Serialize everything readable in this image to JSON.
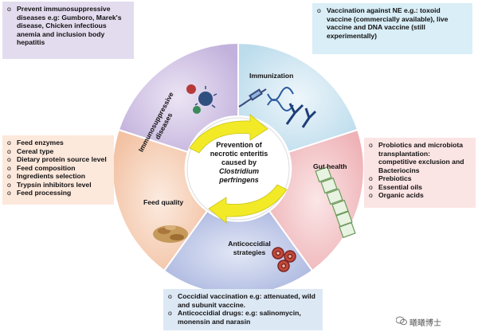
{
  "boxes": {
    "immunosuppressive": {
      "items": [
        "Prevent immunosuppressive diseases e.g: Gumboro, Marek's disease, Chicken infectious anemia and inclusion body hepatitis"
      ]
    },
    "vaccination": {
      "items": [
        "Vaccination against NE e.g.: toxoid vaccine (commercially available), live vaccine and DNA vaccine (still experimentally)"
      ]
    },
    "feed": {
      "items": [
        "Feed enzymes",
        "Cereal type",
        "Dietary protein source level",
        "Feed composition",
        "Ingredients selection",
        "Trypsin inhibitors level",
        "Feed processing"
      ]
    },
    "gut": {
      "items": [
        "Probiotics and microbiota transplantation: competitive exclusion and Bacteriocins",
        "Prebiotics",
        "Essential oils",
        "Organic acids"
      ]
    },
    "coccidial": {
      "items": [
        "Coccidial vaccination e.g: attenuated, wild and subunit vaccine.",
        "Anticoccidial drugs: e.g: salinomycin, monensin and narasin"
      ]
    }
  },
  "segments": {
    "immunization": "Immunization",
    "gut_health": "Gut health",
    "anticoccidial": "Anticoccidial strategies",
    "feed_quality": "Feed quality",
    "immunosuppressive": "Immunosuppressive diseases"
  },
  "center": {
    "line1": "Prevention of necrotic enteritis caused by",
    "line2": "Clostridium perfringens"
  },
  "colors": {
    "immunization": "#cfe6f2",
    "gut_health": "#f3c9cb",
    "anticoccidial": "#c7cfe9",
    "feed_quality": "#f8d9c4",
    "immunosuppressive": "#d7cbe6",
    "arrows": "#f2ea27"
  },
  "watermark": "曦曦博士"
}
